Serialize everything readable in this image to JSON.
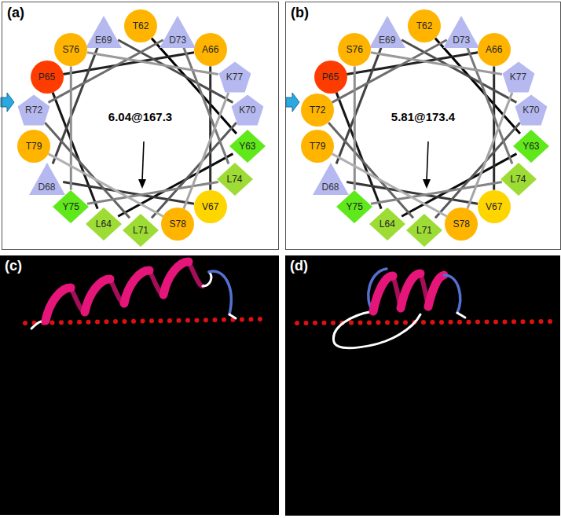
{
  "diagram": {
    "nodes": [
      {
        "text": [
          "(a)",
          "6.04@167.3"
        ]
      },
      {
        "text": [
          "T62"
        ],
        "in": 0
      },
      {
        "text": [
          "Y63"
        ],
        "in": 0
      },
      {
        "text": [
          "L64"
        ],
        "in": 0
      },
      {
        "text": [
          "P65"
        ],
        "in": 0
      },
      {
        "text": [
          "A66"
        ],
        "in": 0
      },
      {
        "text": [
          "V67"
        ],
        "in": 0
      },
      {
        "text": [
          "D68"
        ],
        "in": 0
      },
      {
        "text": [
          "E69"
        ],
        "in": 0
      },
      {
        "text": [
          "K70"
        ],
        "in": 0
      },
      {
        "text": [
          "L71"
        ],
        "in": 0
      },
      {
        "text": [
          "R72"
        ],
        "in": 0
      },
      {
        "text": [
          "D73"
        ],
        "in": 0
      },
      {
        "text": [
          "L74"
        ],
        "in": 0
      },
      {
        "text": [
          "Y75"
        ],
        "in": 0
      },
      {
        "text": [
          "S76"
        ],
        "in": 0
      },
      {
        "text": [
          "K77"
        ],
        "in": 0
      },
      {
        "text": [
          "S78"
        ],
        "in": 0
      },
      {
        "text": [
          "T79"
        ],
        "in": 0
      },
      {
        "text": [
          "(b)",
          "5.81@173.4"
        ]
      },
      {
        "text": [
          "T62"
        ],
        "in": 19
      },
      {
        "text": [
          "Y63"
        ],
        "in": 19
      },
      {
        "text": [
          "L64"
        ],
        "in": 19
      },
      {
        "text": [
          "P65"
        ],
        "in": 19
      },
      {
        "text": [
          "A66"
        ],
        "in": 19
      },
      {
        "text": [
          "V67"
        ],
        "in": 19
      },
      {
        "text": [
          "D68"
        ],
        "in": 19
      },
      {
        "text": [
          "E69"
        ],
        "in": 19
      },
      {
        "text": [
          "K70"
        ],
        "in": 19
      },
      {
        "text": [
          "L71"
        ],
        "in": 19
      },
      {
        "text": [
          "T72"
        ],
        "in": 19
      },
      {
        "text": [
          "D73"
        ],
        "in": 19
      },
      {
        "text": [
          "L74"
        ],
        "in": 19
      },
      {
        "text": [
          "Y75"
        ],
        "in": 19
      },
      {
        "text": [
          "S76"
        ],
        "in": 19
      },
      {
        "text": [
          "K77"
        ],
        "in": 19
      },
      {
        "text": [
          "S78"
        ],
        "in": 19
      },
      {
        "text": [
          "T79"
        ],
        "in": 19
      },
      {
        "text": [
          "(c)"
        ]
      },
      {
        "text": [
          "(d)"
        ]
      }
    ],
    "edges": [
      {
        "from": 1,
        "to": 2,
        "arrow": "none"
      },
      {
        "from": 2,
        "to": 3,
        "arrow": "none"
      },
      {
        "from": 3,
        "to": 4,
        "arrow": "none"
      },
      {
        "from": 4,
        "to": 5,
        "arrow": "none"
      },
      {
        "from": 5,
        "to": 6,
        "arrow": "none"
      },
      {
        "from": 6,
        "to": 7,
        "arrow": "none"
      },
      {
        "from": 7,
        "to": 8,
        "arrow": "none"
      },
      {
        "from": 8,
        "to": 9,
        "arrow": "none"
      },
      {
        "from": 9,
        "to": 10,
        "arrow": "none"
      },
      {
        "from": 10,
        "to": 11,
        "arrow": "none"
      },
      {
        "from": 11,
        "to": 12,
        "arrow": "none"
      },
      {
        "from": 12,
        "to": 13,
        "arrow": "none"
      },
      {
        "from": 13,
        "to": 14,
        "arrow": "none"
      },
      {
        "from": 14,
        "to": 15,
        "arrow": "none"
      },
      {
        "from": 15,
        "to": 16,
        "arrow": "none"
      },
      {
        "from": 16,
        "to": 17,
        "arrow": "none"
      },
      {
        "from": 17,
        "to": 18,
        "arrow": "none"
      },
      {
        "from": 20,
        "to": 21,
        "arrow": "none"
      },
      {
        "from": 21,
        "to": 22,
        "arrow": "none"
      },
      {
        "from": 22,
        "to": 23,
        "arrow": "none"
      },
      {
        "from": 23,
        "to": 24,
        "arrow": "none"
      },
      {
        "from": 24,
        "to": 25,
        "arrow": "none"
      },
      {
        "from": 25,
        "to": 26,
        "arrow": "none"
      },
      {
        "from": 26,
        "to": 27,
        "arrow": "none"
      },
      {
        "from": 27,
        "to": 28,
        "arrow": "none"
      },
      {
        "from": 28,
        "to": 29,
        "arrow": "none"
      },
      {
        "from": 29,
        "to": 30,
        "arrow": "none"
      },
      {
        "from": 30,
        "to": 31,
        "arrow": "none"
      },
      {
        "from": 31,
        "to": 32,
        "arrow": "none"
      },
      {
        "from": 32,
        "to": 33,
        "arrow": "none"
      },
      {
        "from": 33,
        "to": 34,
        "arrow": "none"
      },
      {
        "from": 34,
        "to": 35,
        "arrow": "none"
      },
      {
        "from": 35,
        "to": 36,
        "arrow": "none"
      },
      {
        "from": 36,
        "to": 37,
        "arrow": "none"
      }
    ]
  }
}
